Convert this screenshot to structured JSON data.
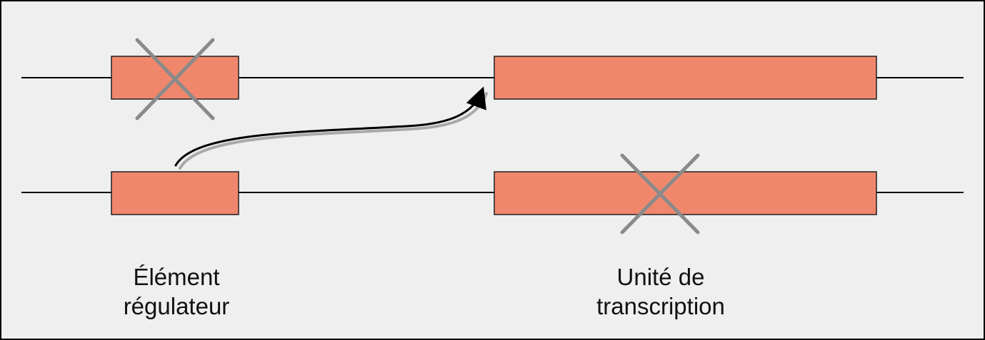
{
  "colors": {
    "background": "#efefef",
    "border": "#000000",
    "strand": "#000000",
    "box_fill": "#f0876d",
    "box_stroke": "#1f1f1f",
    "cross": "#8a8a8a",
    "arrow": "#000000",
    "arrow_shadow": "#a9a9a9",
    "text": "#111111"
  },
  "icons": {
    "cross": "x-mark-icon",
    "arrow": "curved-arrow-icon"
  },
  "labels": {
    "regulatory_element": {
      "line1": "Élément",
      "line2": "régulateur"
    },
    "transcription_unit": {
      "line1": "Unité de",
      "line2": "transcription"
    }
  }
}
